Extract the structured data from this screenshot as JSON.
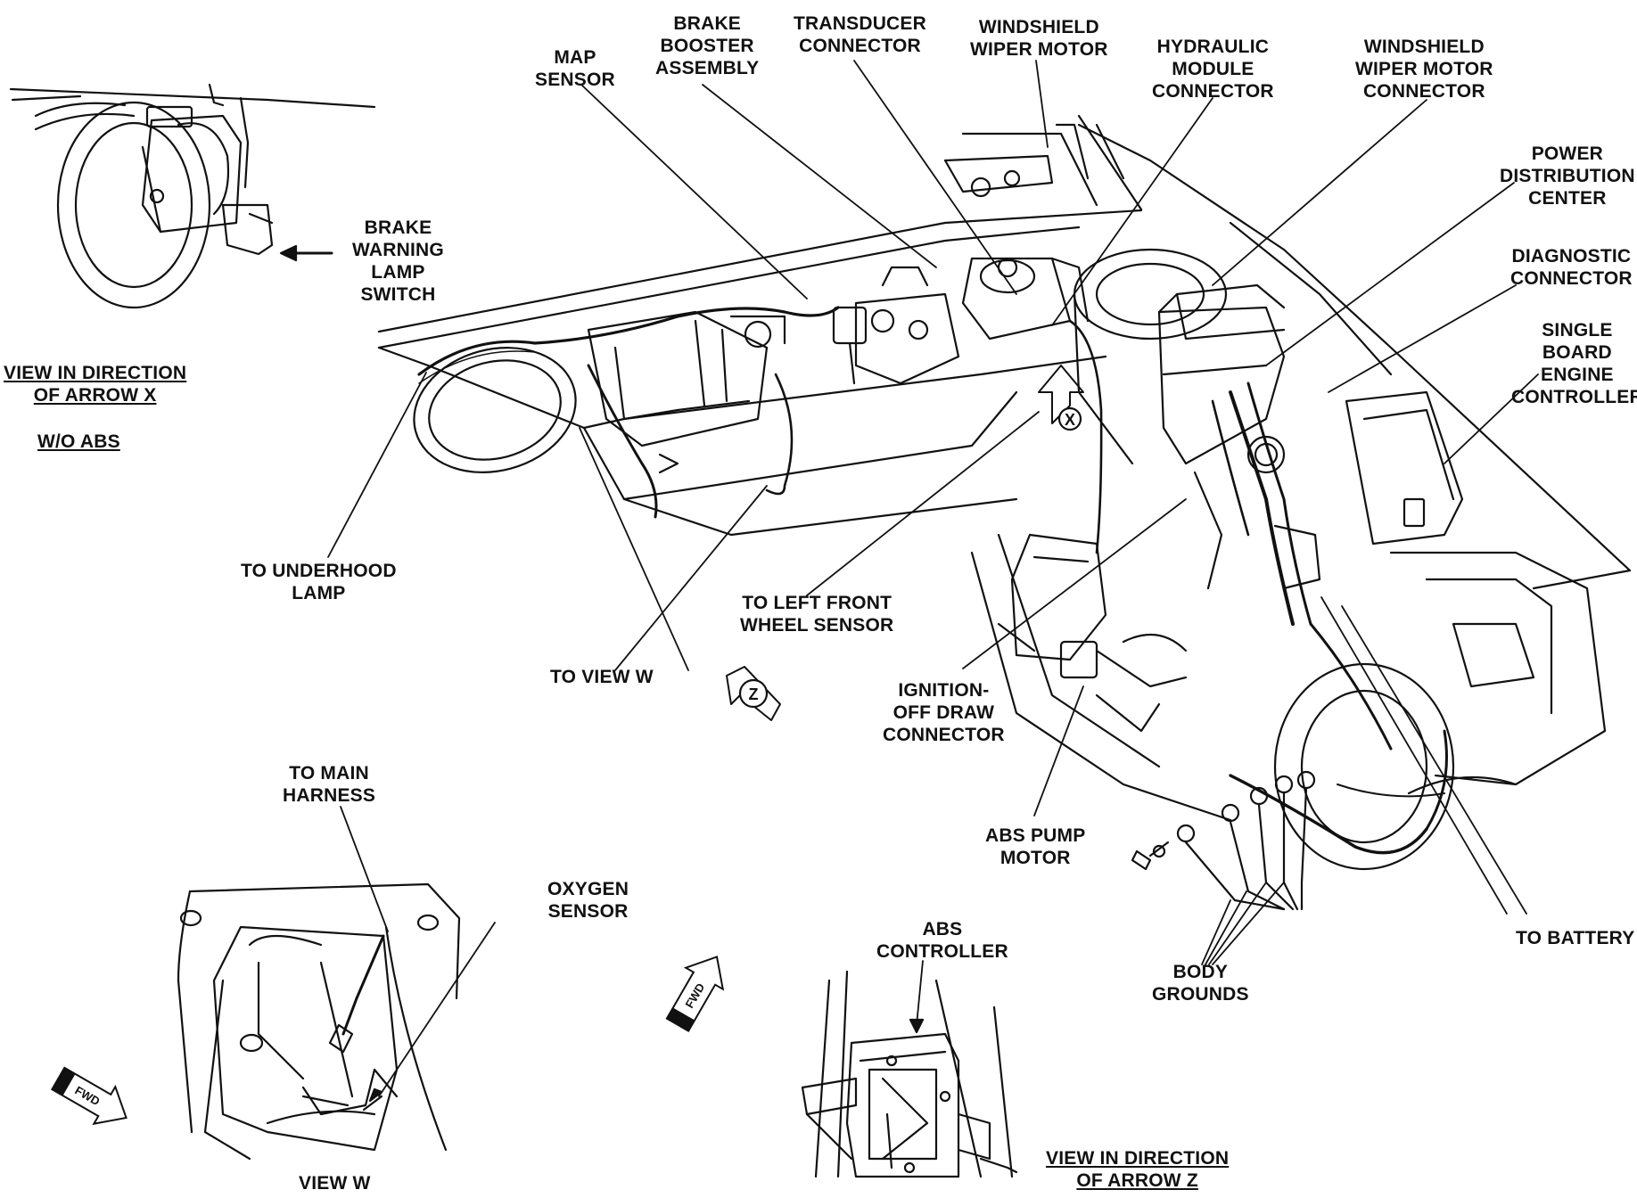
{
  "labels": {
    "map_sensor": [
      "MAP",
      "SENSOR"
    ],
    "brake_booster": [
      "BRAKE",
      "BOOSTER",
      "ASSEMBLY"
    ],
    "transducer_connector": [
      "TRANSDUCER",
      "CONNECTOR"
    ],
    "windshield_wiper_motor": [
      "WINDSHIELD",
      "WIPER MOTOR"
    ],
    "hydraulic_module_connector": [
      "HYDRAULIC",
      "MODULE",
      "CONNECTOR"
    ],
    "wiper_motor_connector": [
      "WINDSHIELD",
      "WIPER MOTOR",
      "CONNECTOR"
    ],
    "power_distribution_center": [
      "POWER",
      "DISTRIBUTION",
      "CENTER"
    ],
    "diagnostic_connector": [
      "DIAGNOSTIC",
      "CONNECTOR"
    ],
    "single_board_engine_controller": [
      "SINGLE",
      "BOARD",
      "ENGINE",
      "CONTROLLER"
    ],
    "brake_warning_lamp_switch": [
      "BRAKE",
      "WARNING",
      "LAMP",
      "SWITCH"
    ],
    "view_arrow_x": [
      "VIEW IN DIRECTION",
      "OF ARROW X"
    ],
    "wo_abs": "W/O ABS",
    "to_underhood_lamp": [
      "TO UNDERHOOD",
      "LAMP"
    ],
    "to_left_front_wheel_sensor": [
      "TO LEFT FRONT",
      "WHEEL SENSOR"
    ],
    "to_view_w": "TO VIEW W",
    "ignition_off_draw": [
      "IGNITION-",
      "OFF DRAW",
      "CONNECTOR"
    ],
    "abs_pump_motor": [
      "ABS PUMP",
      "MOTOR"
    ],
    "to_battery": "TO BATTERY",
    "body_grounds": [
      "BODY",
      "GROUNDS"
    ],
    "to_main_harness": [
      "TO MAIN",
      "HARNESS"
    ],
    "oxygen_sensor": [
      "OXYGEN",
      "SENSOR"
    ],
    "view_w": "VIEW W",
    "abs_controller": [
      "ABS",
      "CONTROLLER"
    ],
    "view_arrow_z": [
      "VIEW IN DIRECTION",
      "OF ARROW Z"
    ]
  },
  "markers": {
    "arrow_x": "X",
    "arrow_z": "Z",
    "fwd": "FWD"
  }
}
